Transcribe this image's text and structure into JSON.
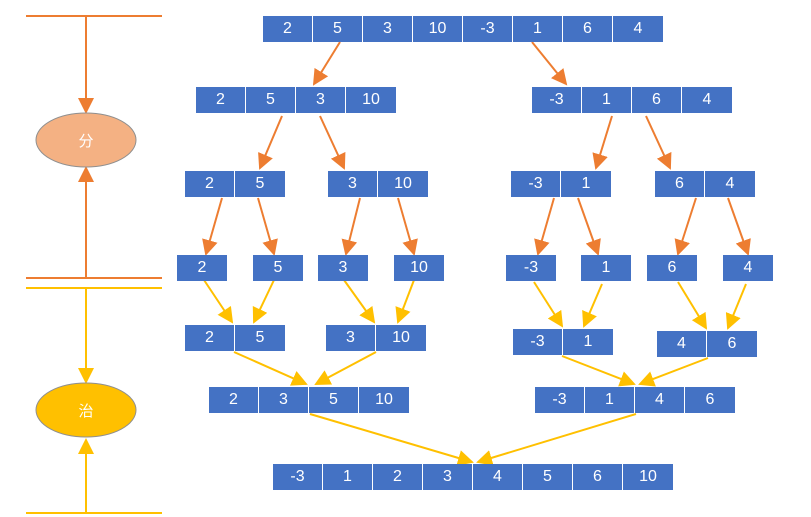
{
  "labels": {
    "divide": "分",
    "conquer": "治"
  },
  "colors": {
    "cell": "#4472c4",
    "divide_arrow": "#ed7d31",
    "conquer_arrow": "#ffc000",
    "divide_oval_fill": "#f4b183",
    "conquer_oval_fill": "#ffc000"
  },
  "divide_levels": [
    [
      [
        "2",
        "5",
        "3",
        "10",
        "-3",
        "1",
        "6",
        "4"
      ]
    ],
    [
      [
        "2",
        "5",
        "3",
        "10"
      ],
      [
        "-3",
        "1",
        "6",
        "4"
      ]
    ],
    [
      [
        "2",
        "5"
      ],
      [
        "3",
        "10"
      ],
      [
        "-3",
        "1"
      ],
      [
        "6",
        "4"
      ]
    ],
    [
      [
        "2"
      ],
      [
        "5"
      ],
      [
        "3"
      ],
      [
        "10"
      ],
      [
        "-3"
      ],
      [
        "1"
      ],
      [
        "6"
      ],
      [
        "4"
      ]
    ]
  ],
  "conquer_levels": [
    [
      [
        "2",
        "5"
      ],
      [
        "3",
        "10"
      ],
      [
        "-3",
        "1"
      ],
      [
        "4",
        "6"
      ]
    ],
    [
      [
        "2",
        "3",
        "5",
        "10"
      ],
      [
        "-3",
        "1",
        "4",
        "6"
      ]
    ],
    [
      [
        "-3",
        "1",
        "2",
        "3",
        "4",
        "5",
        "6",
        "10"
      ]
    ]
  ]
}
